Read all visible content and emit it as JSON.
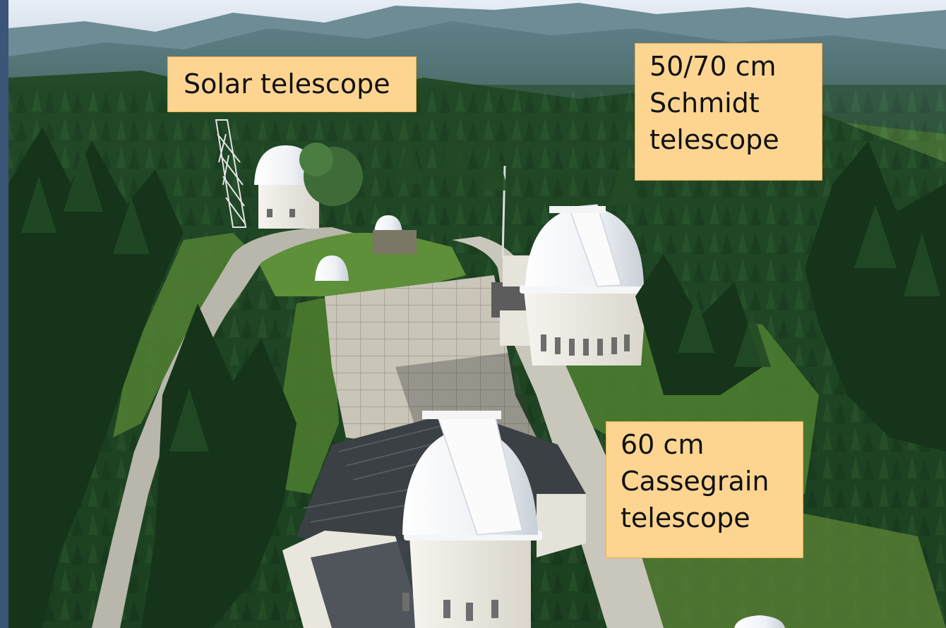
{
  "labels": {
    "solar": "Solar telescope",
    "schmidt": "50/70 cm\nSchmidt\ntelescope",
    "cassegrain": "60 cm\nCassegrain\ntelescope"
  },
  "colors": {
    "label_fill": "#fdd591",
    "label_border": "#e9ad4a",
    "sky": "#dfe8f1",
    "forest": "#1f4a24",
    "grass": "#5d8f3a",
    "dome": "#f1f3f6"
  }
}
